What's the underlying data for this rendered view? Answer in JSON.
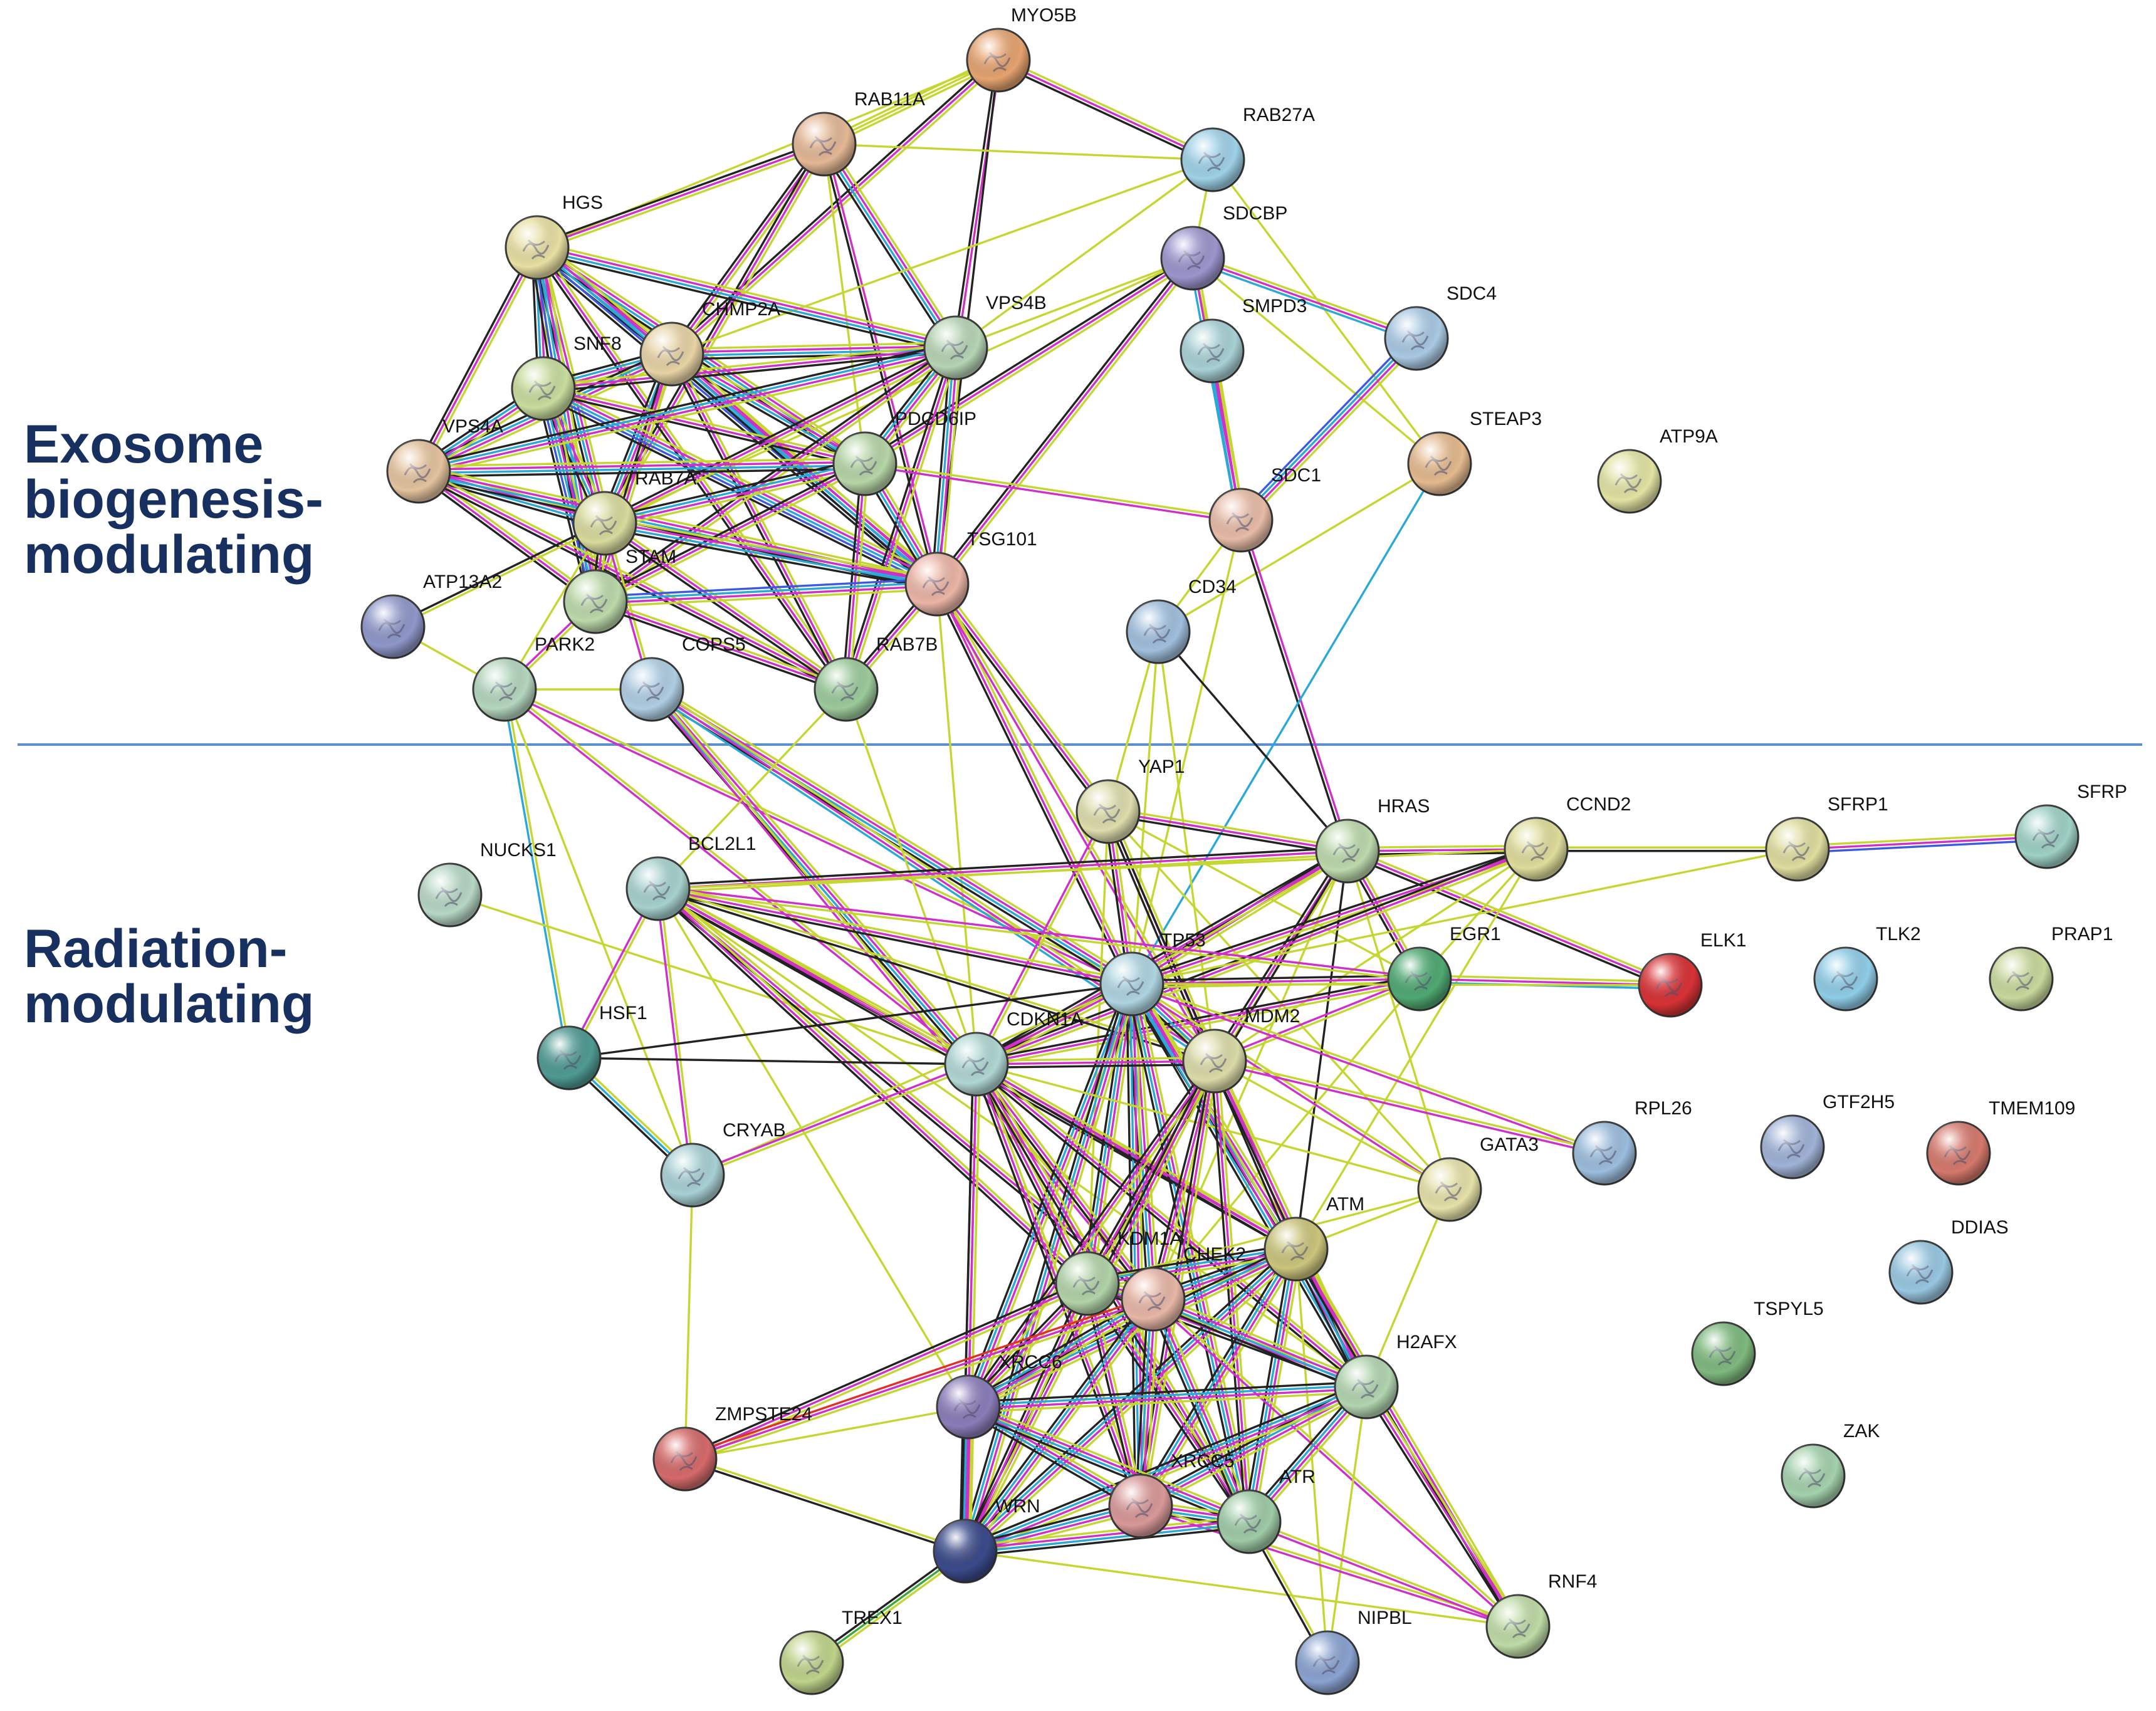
{
  "sections": {
    "exosome": {
      "line1": "Exosome",
      "line2": "biogenesis-",
      "line3": "modulating"
    },
    "radiation": {
      "line1": "Radiation-",
      "line2": "modulating"
    }
  },
  "colors": {
    "section_label": "#17305f",
    "divider": "#5b8fd0",
    "edge_yellow_green": "#c6d631",
    "edge_magenta": "#d030c8",
    "edge_cyan": "#2aa8d8",
    "edge_black": "#222222",
    "edge_blue": "#3c5ae0",
    "edge_red": "#e0302a",
    "edge_green": "#3aa83a"
  },
  "nodes": [
    {
      "id": "MYO5B",
      "color": "#e4a26f"
    },
    {
      "id": "RAB11A",
      "color": "#e3b795"
    },
    {
      "id": "RAB27A",
      "color": "#9ed0e6"
    },
    {
      "id": "HGS",
      "color": "#e6dea2"
    },
    {
      "id": "SDCBP",
      "color": "#9b95cc"
    },
    {
      "id": "CHMP2A",
      "color": "#e6d2a4"
    },
    {
      "id": "SNF8",
      "color": "#c8dc9e"
    },
    {
      "id": "VPS4B",
      "color": "#b6d3b4"
    },
    {
      "id": "SMPD3",
      "color": "#a8d0d4"
    },
    {
      "id": "SDC4",
      "color": "#a9c8e2"
    },
    {
      "id": "VPS4A",
      "color": "#e3c29e"
    },
    {
      "id": "PDCD6IP",
      "color": "#b6d4a6"
    },
    {
      "id": "STEAP3",
      "color": "#e3b98e"
    },
    {
      "id": "ATP9A",
      "color": "#e0e2a2"
    },
    {
      "id": "RAB7A",
      "color": "#d6da9c"
    },
    {
      "id": "SDC1",
      "color": "#e6bba6"
    },
    {
      "id": "TSG101",
      "color": "#eab4a6"
    },
    {
      "id": "STAM",
      "color": "#bcd8aa"
    },
    {
      "id": "ATP13A2",
      "color": "#8f97c9"
    },
    {
      "id": "CD34",
      "color": "#a0bedc"
    },
    {
      "id": "PARK2",
      "color": "#b4d6be"
    },
    {
      "id": "COPS5",
      "color": "#afcde2"
    },
    {
      "id": "RAB7B",
      "color": "#9cca9c"
    },
    {
      "id": "YAP1",
      "color": "#dcdcac"
    },
    {
      "id": "HRAS",
      "color": "#bcd8ac"
    },
    {
      "id": "CCND2",
      "color": "#dedc9a"
    },
    {
      "id": "SFRP1",
      "color": "#dedc9e"
    },
    {
      "id": "SFRP",
      "color": "#9ed0c4"
    },
    {
      "id": "NUCKS1",
      "color": "#b6d6c4"
    },
    {
      "id": "BCL2L1",
      "color": "#a6d0cc"
    },
    {
      "id": "TP53",
      "color": "#aed4e0"
    },
    {
      "id": "EGR1",
      "color": "#4fa872"
    },
    {
      "id": "ELK1",
      "color": "#d63236"
    },
    {
      "id": "TLK2",
      "color": "#8fcce6"
    },
    {
      "id": "PRAP1",
      "color": "#c8d89c"
    },
    {
      "id": "HSF1",
      "color": "#4f9a92"
    },
    {
      "id": "CDKN1A",
      "color": "#b0d6d2"
    },
    {
      "id": "MDM2",
      "color": "#dadaa8"
    },
    {
      "id": "CRYAB",
      "color": "#a8d0d4"
    },
    {
      "id": "RPL26",
      "color": "#9bbcdc"
    },
    {
      "id": "GTF2H5",
      "color": "#9fb2d6"
    },
    {
      "id": "TMEM109",
      "color": "#d4786c"
    },
    {
      "id": "GATA3",
      "color": "#e4e0a8"
    },
    {
      "id": "ATM",
      "color": "#cac47c"
    },
    {
      "id": "DDIAS",
      "color": "#98c6e0"
    },
    {
      "id": "KDM1A",
      "color": "#b2d2a8"
    },
    {
      "id": "CHEK2",
      "color": "#e6b6a6"
    },
    {
      "id": "TSPYL5",
      "color": "#7eb87e"
    },
    {
      "id": "H2AFX",
      "color": "#b2d4b0"
    },
    {
      "id": "XRCC6",
      "color": "#8a7cb8"
    },
    {
      "id": "ZMPSTE24",
      "color": "#d46a6a"
    },
    {
      "id": "ZAK",
      "color": "#a4d0ac"
    },
    {
      "id": "XRCC5",
      "color": "#d89898"
    },
    {
      "id": "ATR",
      "color": "#9ecaa6"
    },
    {
      "id": "WRN",
      "color": "#3a4a8a"
    },
    {
      "id": "RNF4",
      "color": "#bedaa6"
    },
    {
      "id": "TREX1",
      "color": "#bed28a"
    },
    {
      "id": "NIPBL",
      "color": "#8aa2d0"
    }
  ],
  "edges": [
    [
      "MYO5B",
      "RAB11A",
      "yyy"
    ],
    [
      "MYO5B",
      "RAB27A",
      "ymk"
    ],
    [
      "MYO5B",
      "VPS4B",
      "mk"
    ],
    [
      "MYO5B",
      "CHMP2A",
      "ymk"
    ],
    [
      "MYO5B",
      "TSG101",
      "k"
    ],
    [
      "MYO5B",
      "HGS",
      "y"
    ],
    [
      "RAB11A",
      "HGS",
      "ymk"
    ],
    [
      "RAB11A",
      "VPS4B",
      "ymck"
    ],
    [
      "RAB11A",
      "TSG101",
      "mk"
    ],
    [
      "RAB11A",
      "CHMP2A",
      "ymk"
    ],
    [
      "RAB11A",
      "RAB27A",
      "y"
    ],
    [
      "RAB11A",
      "RAB7A",
      "ymk"
    ],
    [
      "RAB11A",
      "PDCD6IP",
      "y"
    ],
    [
      "RAB27A",
      "SDCBP",
      "y"
    ],
    [
      "RAB27A",
      "VPS4B",
      "y"
    ],
    [
      "RAB27A",
      "STEAP3",
      "y"
    ],
    [
      "RAB27A",
      "CHMP2A",
      "y"
    ],
    [
      "HGS",
      "SNF8",
      "ymck"
    ],
    [
      "HGS",
      "CHMP2A",
      "ymck"
    ],
    [
      "HGS",
      "VPS4A",
      "ymk"
    ],
    [
      "HGS",
      "VPS4B",
      "ymck"
    ],
    [
      "HGS",
      "PDCD6IP",
      "ymck"
    ],
    [
      "HGS",
      "RAB7A",
      "ymck"
    ],
    [
      "HGS",
      "TSG101",
      "ymcbk"
    ],
    [
      "HGS",
      "STAM",
      "ymcbk"
    ],
    [
      "HGS",
      "RAB7B",
      "ymk"
    ],
    [
      "SDCBP",
      "SDC4",
      "ymc"
    ],
    [
      "SDCBP",
      "SMPD3",
      "y"
    ],
    [
      "SDCBP",
      "PDCD6IP",
      "ymk"
    ],
    [
      "SDCBP",
      "TSG101",
      "ymk"
    ],
    [
      "SDCBP",
      "SDC1",
      "ymc"
    ],
    [
      "SDCBP",
      "VPS4B",
      "y"
    ],
    [
      "SDCBP",
      "STEAP3",
      "y"
    ],
    [
      "SDCBP",
      "RAB7A",
      "y"
    ],
    [
      "CHMP2A",
      "SNF8",
      "ymck"
    ],
    [
      "CHMP2A",
      "VPS4A",
      "ymck"
    ],
    [
      "CHMP2A",
      "VPS4B",
      "ymck"
    ],
    [
      "CHMP2A",
      "PDCD6IP",
      "ymck"
    ],
    [
      "CHMP2A",
      "RAB7A",
      "ymck"
    ],
    [
      "CHMP2A",
      "TSG101",
      "ymck"
    ],
    [
      "CHMP2A",
      "STAM",
      "ymk"
    ],
    [
      "CHMP2A",
      "RAB7B",
      "ymk"
    ],
    [
      "SNF8",
      "VPS4A",
      "ymck"
    ],
    [
      "SNF8",
      "RAB7A",
      "ymck"
    ],
    [
      "SNF8",
      "STAM",
      "ymcbk"
    ],
    [
      "SNF8",
      "TSG101",
      "ymcbk"
    ],
    [
      "SNF8",
      "PDCD6IP",
      "ymk"
    ],
    [
      "SNF8",
      "VPS4B",
      "ymk"
    ],
    [
      "VPS4B",
      "VPS4A",
      "ymck"
    ],
    [
      "VPS4B",
      "PDCD6IP",
      "ymck"
    ],
    [
      "VPS4B",
      "TSG101",
      "ymck"
    ],
    [
      "VPS4B",
      "RAB7A",
      "ymk"
    ],
    [
      "VPS4B",
      "STAM",
      "ymk"
    ],
    [
      "VPS4B",
      "RAB7B",
      "ymk"
    ],
    [
      "SMPD3",
      "SDC1",
      "ymc"
    ],
    [
      "SDC4",
      "SDC1",
      "ymcb"
    ],
    [
      "STEAP3",
      "CD34",
      "y"
    ],
    [
      "SDC1",
      "HRAS",
      "mk"
    ],
    [
      "SDC1",
      "TP53",
      "y"
    ],
    [
      "SDC1",
      "CD34",
      "y"
    ],
    [
      "STEAP3",
      "TP53",
      "c"
    ],
    [
      "VPS4A",
      "RAB7A",
      "ymck"
    ],
    [
      "VPS4A",
      "PDCD6IP",
      "ymck"
    ],
    [
      "VPS4A",
      "TSG101",
      "ymck"
    ],
    [
      "VPS4A",
      "STAM",
      "ymk"
    ],
    [
      "VPS4A",
      "RAB7B",
      "ymk"
    ],
    [
      "PDCD6IP",
      "RAB7A",
      "ymck"
    ],
    [
      "PDCD6IP",
      "TSG101",
      "ymck"
    ],
    [
      "PDCD6IP",
      "STAM",
      "ymk"
    ],
    [
      "PDCD6IP",
      "RAB7B",
      "ymk"
    ],
    [
      "PDCD6IP",
      "SDC1",
      "ym"
    ],
    [
      "RAB7A",
      "TSG101",
      "ymck"
    ],
    [
      "RAB7A",
      "STAM",
      "ymk"
    ],
    [
      "RAB7A",
      "ATP13A2",
      "yk"
    ],
    [
      "RAB7A",
      "RAB7B",
      "ymk"
    ],
    [
      "RAB7A",
      "COPS5",
      "ym"
    ],
    [
      "RAB7A",
      "PARK2",
      "y"
    ],
    [
      "TSG101",
      "STAM",
      "ymcb"
    ],
    [
      "TSG101",
      "RAB7B",
      "ymk"
    ],
    [
      "TSG101",
      "YAP1",
      "ymk"
    ],
    [
      "TSG101",
      "TP53",
      "ymk"
    ],
    [
      "TSG101",
      "MDM2",
      "ym"
    ],
    [
      "TSG101",
      "CDKN1A",
      "y"
    ],
    [
      "STAM",
      "PARK2",
      "ym"
    ],
    [
      "STAM",
      "RAB7B",
      "ymk"
    ],
    [
      "ATP13A2",
      "PARK2",
      "y"
    ],
    [
      "PARK2",
      "COPS5",
      "y"
    ],
    [
      "PARK2",
      "HSF1",
      "yc"
    ],
    [
      "PARK2",
      "TP53",
      "ym"
    ],
    [
      "PARK2",
      "CDKN1A",
      "ym"
    ],
    [
      "PARK2",
      "CRYAB",
      "y"
    ],
    [
      "COPS5",
      "TP53",
      "ymck"
    ],
    [
      "COPS5",
      "CDKN1A",
      "ymck"
    ],
    [
      "COPS5",
      "MDM2",
      "ymc"
    ],
    [
      "COPS5",
      "CHEK2",
      "ym"
    ],
    [
      "RAB7B",
      "BCL2L1",
      "y"
    ],
    [
      "RAB7B",
      "CDKN1A",
      "y"
    ],
    [
      "CD34",
      "TP53",
      "y"
    ],
    [
      "CD34",
      "HRAS",
      "k"
    ],
    [
      "CD34",
      "YAP1",
      "y"
    ],
    [
      "CD34",
      "MDM2",
      "y"
    ],
    [
      "YAP1",
      "TP53",
      "ymk"
    ],
    [
      "YAP1",
      "HRAS",
      "ymk"
    ],
    [
      "YAP1",
      "MDM2",
      "ymk"
    ],
    [
      "YAP1",
      "EGR1",
      "y"
    ],
    [
      "YAP1",
      "CDKN1A",
      "ym"
    ],
    [
      "YAP1",
      "ATM",
      "k"
    ],
    [
      "YAP1",
      "GATA3",
      "y"
    ],
    [
      "YAP1",
      "KDM1A",
      "y"
    ],
    [
      "HRAS",
      "CCND2",
      "ymk"
    ],
    [
      "HRAS",
      "TP53",
      "ymk"
    ],
    [
      "HRAS",
      "EGR1",
      "ymk"
    ],
    [
      "HRAS",
      "MDM2",
      "ymk"
    ],
    [
      "HRAS",
      "CDKN1A",
      "ymk"
    ],
    [
      "HRAS",
      "ATM",
      "k"
    ],
    [
      "HRAS",
      "BCL2L1",
      "ymk"
    ],
    [
      "HRAS",
      "ELK1",
      "ymk"
    ],
    [
      "HRAS",
      "CHEK2",
      "y"
    ],
    [
      "HRAS",
      "KDM1A",
      "k"
    ],
    [
      "HRAS",
      "GATA3",
      "y"
    ],
    [
      "CCND2",
      "SFRP1",
      "yk"
    ],
    [
      "CCND2",
      "TP53",
      "ymk"
    ],
    [
      "CCND2",
      "EGR1",
      "y"
    ],
    [
      "CCND2",
      "MDM2",
      "y"
    ],
    [
      "CCND2",
      "CDKN1A",
      "ymk"
    ],
    [
      "CCND2",
      "ATM",
      "y"
    ],
    [
      "CCND2",
      "BCL2L1",
      "y"
    ],
    [
      "SFRP1",
      "SFRP",
      "ymb"
    ],
    [
      "SFRP1",
      "TP53",
      "y"
    ],
    [
      "EGR1",
      "ELK1",
      "ymc"
    ],
    [
      "EGR1",
      "TP53",
      "ymk"
    ],
    [
      "EGR1",
      "MDM2",
      "ym"
    ],
    [
      "EGR1",
      "CDKN1A",
      "ymk"
    ],
    [
      "EGR1",
      "BCL2L1",
      "ym"
    ],
    [
      "EGR1",
      "CHEK2",
      "y"
    ],
    [
      "NUCKS1",
      "CDKN1A",
      "y"
    ],
    [
      "BCL2L1",
      "TP53",
      "ymk"
    ],
    [
      "BCL2L1",
      "CDKN1A",
      "ymk"
    ],
    [
      "BCL2L1",
      "MDM2",
      "yk"
    ],
    [
      "BCL2L1",
      "CRYAB",
      "ym"
    ],
    [
      "BCL2L1",
      "HSF1",
      "ym"
    ],
    [
      "BCL2L1",
      "CHEK2",
      "ymk"
    ],
    [
      "BCL2L1",
      "ATM",
      "ymk"
    ],
    [
      "BCL2L1",
      "KDM1A",
      "ymk"
    ],
    [
      "BCL2L1",
      "H2AFX",
      "y"
    ],
    [
      "BCL2L1",
      "XRCC6",
      "y"
    ],
    [
      "TP53",
      "CDKN1A",
      "ymk"
    ],
    [
      "TP53",
      "MDM2",
      "ymck"
    ],
    [
      "TP53",
      "ATM",
      "ymck"
    ],
    [
      "TP53",
      "CHEK2",
      "ymck"
    ],
    [
      "TP53",
      "KDM1A",
      "ymck"
    ],
    [
      "TP53",
      "H2AFX",
      "ymck"
    ],
    [
      "TP53",
      "XRCC6",
      "ymck"
    ],
    [
      "TP53",
      "XRCC5",
      "ymck"
    ],
    [
      "TP53",
      "WRN",
      "ymck"
    ],
    [
      "TP53",
      "ATR",
      "ymck"
    ],
    [
      "TP53",
      "HSF1",
      "k"
    ],
    [
      "TP53",
      "RPL26",
      "ym"
    ],
    [
      "TP53",
      "GATA3",
      "ym"
    ],
    [
      "TP53",
      "CRYAB",
      "y"
    ],
    [
      "TP53",
      "ELK1",
      "y"
    ],
    [
      "HSF1",
      "CRYAB",
      "yck"
    ],
    [
      "HSF1",
      "CDKN1A",
      "k"
    ],
    [
      "CDKN1A",
      "MDM2",
      "ymk"
    ],
    [
      "CDKN1A",
      "ATM",
      "ymk"
    ],
    [
      "CDKN1A",
      "CHEK2",
      "ymk"
    ],
    [
      "CDKN1A",
      "KDM1A",
      "ymk"
    ],
    [
      "CDKN1A",
      "H2AFX",
      "ymk"
    ],
    [
      "CDKN1A",
      "XRCC6",
      "ymk"
    ],
    [
      "CDKN1A",
      "XRCC5",
      "ymk"
    ],
    [
      "CDKN1A",
      "WRN",
      "ymk"
    ],
    [
      "CDKN1A",
      "ATR",
      "ymk"
    ],
    [
      "CDKN1A",
      "CRYAB",
      "ym"
    ],
    [
      "CDKN1A",
      "GATA3",
      "y"
    ],
    [
      "MDM2",
      "ATM",
      "ymk"
    ],
    [
      "MDM2",
      "CHEK2",
      "ymk"
    ],
    [
      "MDM2",
      "KDM1A",
      "ymk"
    ],
    [
      "MDM2",
      "H2AFX",
      "ymk"
    ],
    [
      "MDM2",
      "XRCC6",
      "ymk"
    ],
    [
      "MDM2",
      "XRCC5",
      "ymk"
    ],
    [
      "MDM2",
      "WRN",
      "ymk"
    ],
    [
      "MDM2",
      "ATR",
      "ymk"
    ],
    [
      "MDM2",
      "RPL26",
      "ym"
    ],
    [
      "MDM2",
      "GATA3",
      "y"
    ],
    [
      "CRYAB",
      "ZMPSTE24",
      "y"
    ],
    [
      "GATA3",
      "ATM",
      "y"
    ],
    [
      "GATA3",
      "H2AFX",
      "y"
    ],
    [
      "GATA3",
      "KDM1A",
      "y"
    ],
    [
      "ATM",
      "CHEK2",
      "ymck"
    ],
    [
      "ATM",
      "KDM1A",
      "ymck"
    ],
    [
      "ATM",
      "H2AFX",
      "ymck"
    ],
    [
      "ATM",
      "XRCC6",
      "ymck"
    ],
    [
      "ATM",
      "XRCC5",
      "ymck"
    ],
    [
      "ATM",
      "WRN",
      "ymck"
    ],
    [
      "ATM",
      "ATR",
      "ymck"
    ],
    [
      "ATM",
      "RNF4",
      "ymk"
    ],
    [
      "ATM",
      "NIPBL",
      "y"
    ],
    [
      "KDM1A",
      "CHEK2",
      "ymck"
    ],
    [
      "KDM1A",
      "H2AFX",
      "ymk"
    ],
    [
      "KDM1A",
      "XRCC6",
      "ymk"
    ],
    [
      "KDM1A",
      "XRCC5",
      "ymk"
    ],
    [
      "KDM1A",
      "WRN",
      "ymk"
    ],
    [
      "KDM1A",
      "ATR",
      "ymk"
    ],
    [
      "KDM1A",
      "ZMPSTE24",
      "ymk"
    ],
    [
      "CHEK2",
      "H2AFX",
      "ymck"
    ],
    [
      "CHEK2",
      "XRCC6",
      "ymck"
    ],
    [
      "CHEK2",
      "XRCC5",
      "ymck"
    ],
    [
      "CHEK2",
      "WRN",
      "ymck"
    ],
    [
      "CHEK2",
      "ATR",
      "ymck"
    ],
    [
      "CHEK2",
      "ZMPSTE24",
      "ymr"
    ],
    [
      "CHEK2",
      "RNF4",
      "ym"
    ],
    [
      "H2AFX",
      "XRCC6",
      "ymck"
    ],
    [
      "H2AFX",
      "XRCC5",
      "ymck"
    ],
    [
      "H2AFX",
      "WRN",
      "ymck"
    ],
    [
      "H2AFX",
      "ATR",
      "ymck"
    ],
    [
      "H2AFX",
      "RNF4",
      "ymk"
    ],
    [
      "H2AFX",
      "NIPBL",
      "y"
    ],
    [
      "XRCC6",
      "XRCC5",
      "ymck"
    ],
    [
      "XRCC6",
      "WRN",
      "ymck"
    ],
    [
      "XRCC6",
      "ATR",
      "ymck"
    ],
    [
      "XRCC6",
      "ZMPSTE24",
      "y"
    ],
    [
      "ZMPSTE24",
      "WRN",
      "yk"
    ],
    [
      "XRCC5",
      "WRN",
      "ymck"
    ],
    [
      "XRCC5",
      "ATR",
      "ymck"
    ],
    [
      "XRCC5",
      "RNF4",
      "ym"
    ],
    [
      "WRN",
      "ATR",
      "ymck"
    ],
    [
      "WRN",
      "TREX1",
      "ygk"
    ],
    [
      "WRN",
      "RNF4",
      "y"
    ],
    [
      "ATR",
      "NIPBL",
      "yk"
    ],
    [
      "ATR",
      "RNF4",
      "ym"
    ]
  ]
}
